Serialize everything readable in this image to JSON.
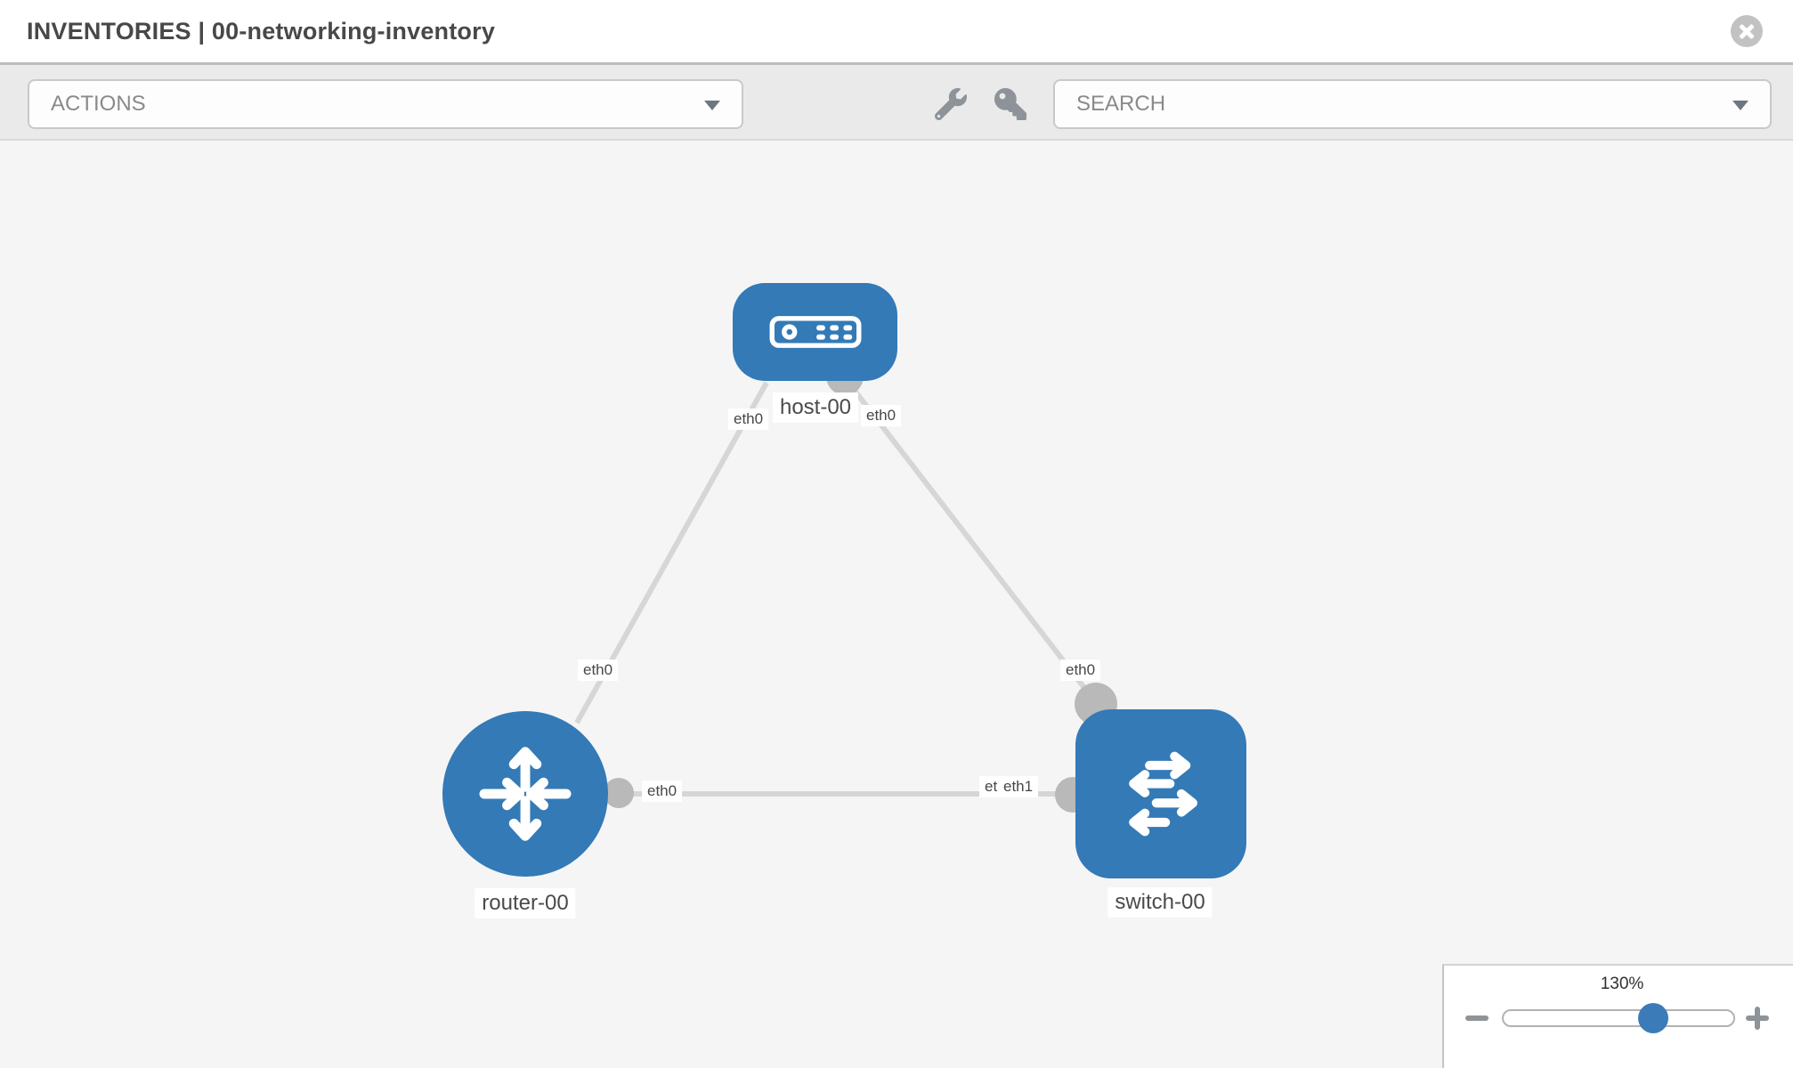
{
  "header": {
    "title": "INVENTORIES | 00-networking-inventory"
  },
  "toolbar": {
    "actions_label": "ACTIONS",
    "search_placeholder": "SEARCH",
    "icons": [
      "wrench-icon",
      "key-icon"
    ]
  },
  "topology": {
    "nodes": [
      {
        "label": "host-00",
        "type": "host"
      },
      {
        "label": "router-00",
        "type": "router"
      },
      {
        "label": "switch-00",
        "type": "switch"
      }
    ],
    "links": [
      {
        "from": "host-00",
        "from_interface": "eth0",
        "to": "router-00",
        "to_interface": "eth0"
      },
      {
        "from": "host-00",
        "from_interface": "eth0",
        "to": "switch-00",
        "to_interface": "eth0"
      },
      {
        "from": "router-00",
        "from_interface": "eth0",
        "to": "switch-00",
        "to_interface": "eth1"
      }
    ]
  },
  "zoom_control": {
    "value": "130%"
  },
  "colors": {
    "node_blue": "#337ab7",
    "link_gray": "#d6d6d6",
    "endpoint_gray": "#b9b9b9",
    "canvas_bg": "#f5f5f5"
  }
}
